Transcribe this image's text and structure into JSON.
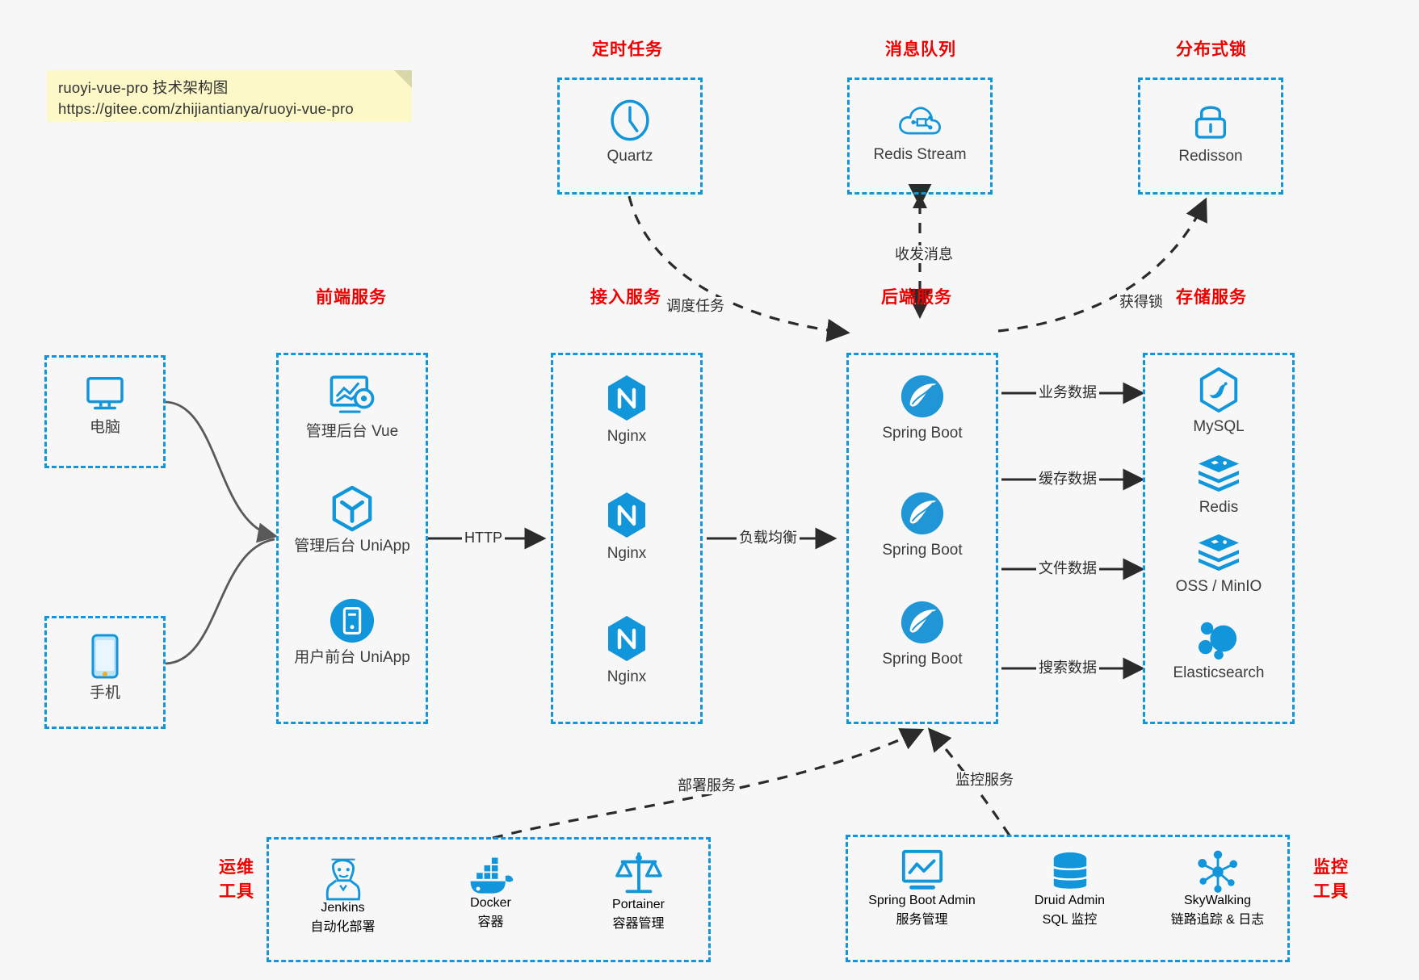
{
  "note": {
    "line1": "ruoyi-vue-pro 技术架构图",
    "line2": "https://gitee.com/zhijiantianya/ruoyi-vue-pro"
  },
  "colors": {
    "accent": "#1296db",
    "heading": "#ee0000",
    "background": "#f7f7f7",
    "text": "#3c3c3c",
    "note_bg": "#fcf8c8",
    "arrow": "#2b2b2b",
    "curve": "#595959"
  },
  "groups": {
    "scheduled_task": "定时任务",
    "message_queue": "消息队列",
    "distributed_lock": "分布式锁",
    "frontend_service": "前端服务",
    "access_service": "接入服务",
    "backend_service": "后端服务",
    "storage_service": "存储服务",
    "devops_tools_l1": "运维",
    "devops_tools_l2": "工具",
    "monitor_tools_l1": "监控",
    "monitor_tools_l2": "工具"
  },
  "clients": [
    {
      "id": "pc",
      "label": "电脑",
      "icon": "desktop-icon"
    },
    {
      "id": "phone",
      "label": "手机",
      "icon": "mobile-icon"
    }
  ],
  "scheduled_task_nodes": [
    {
      "label": "Quartz",
      "icon": "clock-icon"
    }
  ],
  "message_queue_nodes": [
    {
      "label": "Redis Stream",
      "icon": "cloud-stream-icon"
    }
  ],
  "distributed_lock_nodes": [
    {
      "label": "Redisson",
      "icon": "lock-icon"
    }
  ],
  "frontend_nodes": [
    {
      "label": "管理后台 Vue",
      "icon": "dashboard-icon"
    },
    {
      "label": "管理后台 UniApp",
      "icon": "cube-icon"
    },
    {
      "label": "用户前台 UniApp",
      "icon": "app-circle-icon"
    }
  ],
  "access_nodes": [
    {
      "label": "Nginx",
      "icon": "nginx-icon"
    },
    {
      "label": "Nginx",
      "icon": "nginx-icon"
    },
    {
      "label": "Nginx",
      "icon": "nginx-icon"
    }
  ],
  "backend_nodes": [
    {
      "label": "Spring Boot",
      "icon": "spring-icon"
    },
    {
      "label": "Spring Boot",
      "icon": "spring-icon"
    },
    {
      "label": "Spring Boot",
      "icon": "spring-icon"
    }
  ],
  "storage_nodes": [
    {
      "label": "MySQL",
      "icon": "mysql-icon"
    },
    {
      "label": "Redis",
      "icon": "redis-icon"
    },
    {
      "label": "OSS / MinIO",
      "icon": "oss-icon"
    },
    {
      "label": "Elasticsearch",
      "icon": "elasticsearch-icon"
    }
  ],
  "devops_nodes": [
    {
      "name": "Jenkins",
      "desc": "自动化部署",
      "icon": "jenkins-icon"
    },
    {
      "name": "Docker",
      "desc": "容器",
      "icon": "docker-icon"
    },
    {
      "name": "Portainer",
      "desc": "容器管理",
      "icon": "scale-icon"
    }
  ],
  "monitor_nodes": [
    {
      "name": "Spring Boot Admin",
      "desc": "服务管理",
      "icon": "monitor-chart-icon"
    },
    {
      "name": "Druid Admin",
      "desc": "SQL 监控",
      "icon": "database-icon"
    },
    {
      "name": "SkyWalking",
      "desc": "链路追踪 & 日志",
      "icon": "skywalking-icon"
    }
  ],
  "edges": {
    "http": "HTTP",
    "load_balance": "负载均衡",
    "schedule_task": "调度任务",
    "send_receive_message": "收发消息",
    "acquire_lock": "获得锁",
    "business_data": "业务数据",
    "cache_data": "缓存数据",
    "file_data": "文件数据",
    "search_data": "搜索数据",
    "deploy_service": "部署服务",
    "monitor_service": "监控服务"
  }
}
